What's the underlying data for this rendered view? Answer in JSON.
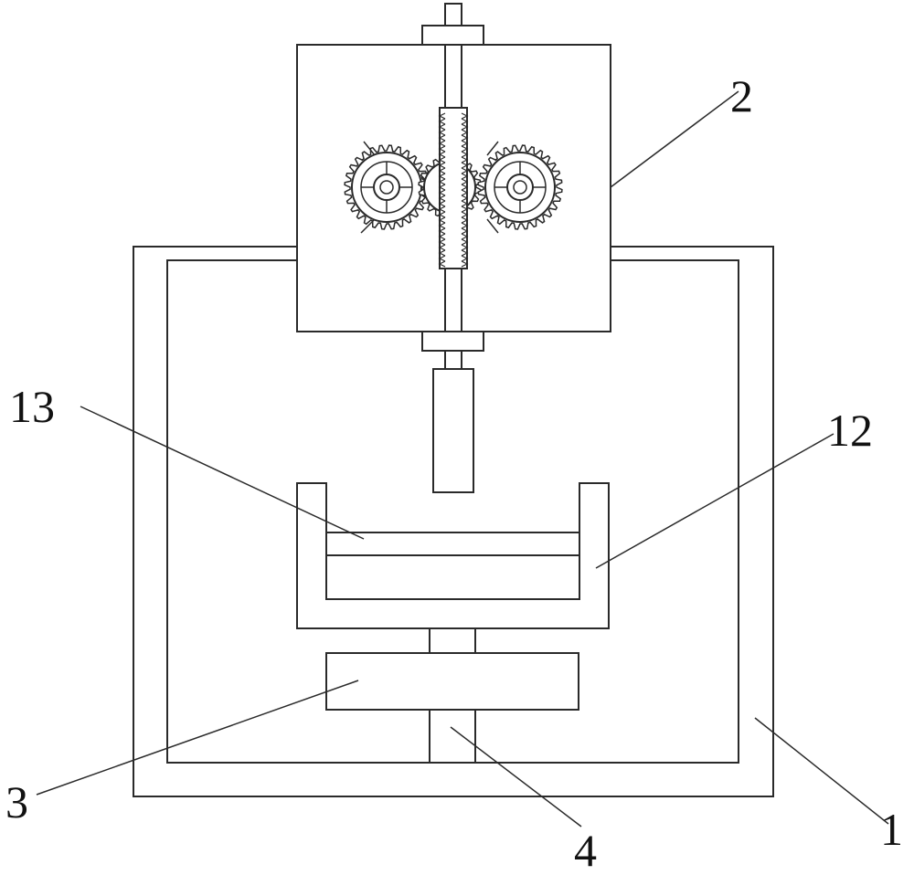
{
  "diagram": {
    "style": "patent line drawing",
    "line_color": "#2a2a2a",
    "labels": {
      "outer_frame": "1",
      "gear_box": "2",
      "lower_block": "3",
      "support_column": "4",
      "tray": "12",
      "plate": "13"
    }
  }
}
